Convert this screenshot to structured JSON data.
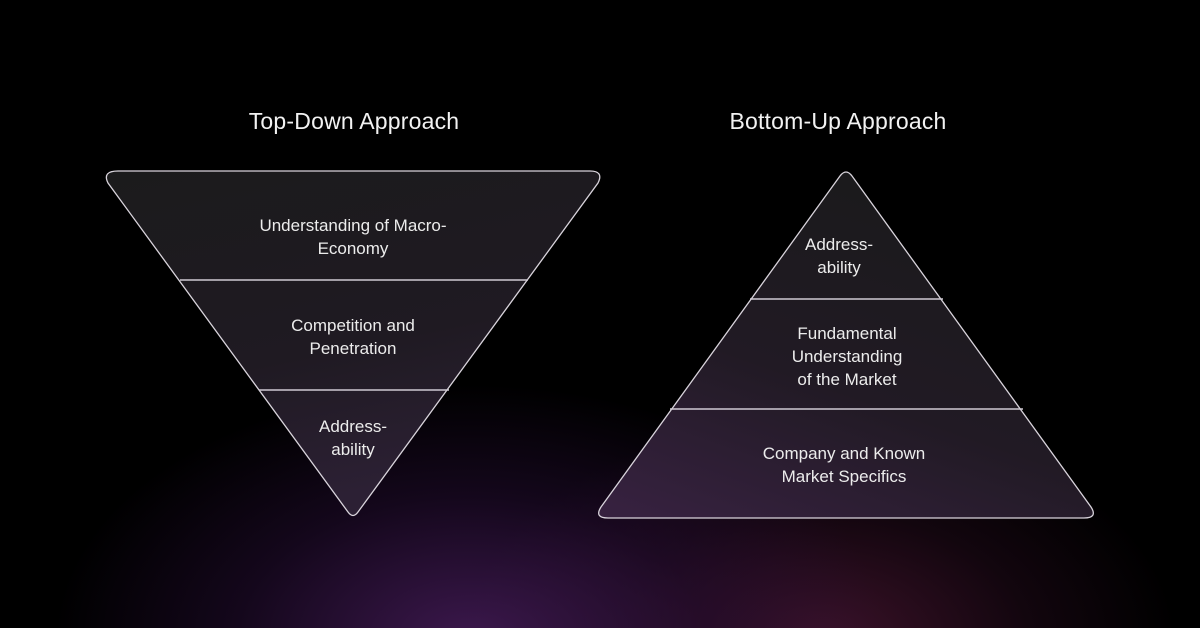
{
  "colors": {
    "background": "#000000",
    "shape_fill": "#1a1a1c",
    "shape_stroke": "#d9d4dc",
    "glow_purple": "#3a1a4e",
    "glow_magenta": "#45182f",
    "text": "#ececec"
  },
  "top_down": {
    "title": "Top-Down Approach",
    "layers": [
      {
        "label": "Understanding of Macro-\nEconomy"
      },
      {
        "label": "Competition and\nPenetration"
      },
      {
        "label": "Address-\nability"
      }
    ]
  },
  "bottom_up": {
    "title": "Bottom-Up Approach",
    "layers": [
      {
        "label": "Address-\nability"
      },
      {
        "label": "Fundamental\nUnderstanding\nof the Market"
      },
      {
        "label": "Company and Known\nMarket Specifics"
      }
    ]
  }
}
